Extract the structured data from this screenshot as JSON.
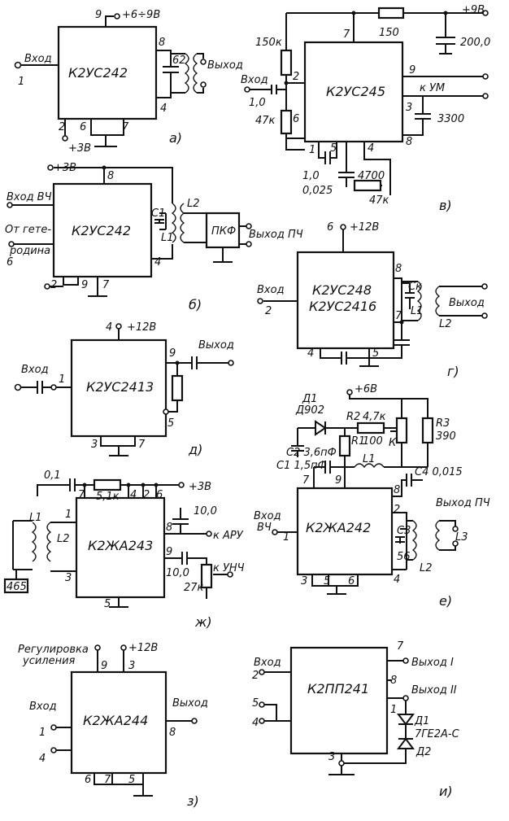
{
  "diagrams": {
    "a": {
      "sub": "а)",
      "chip": "К2УС242",
      "supply": "+6÷9В",
      "in": "Вход",
      "in_pin": "1",
      "out": "Выход",
      "cap": "62",
      "bias": "+3В",
      "pins": {
        "p9": "9",
        "p8": "8",
        "p4": "4",
        "p2": "2",
        "p6": "6",
        "p7": "7"
      }
    },
    "b": {
      "sub": "б)",
      "chip": "К2УС242",
      "supply": "+3В",
      "in_hf": "Вход ВЧ",
      "het_a": "От гете-",
      "het_b": "родина",
      "c1": "C1",
      "l1": "L1",
      "l2": "L2",
      "pkf": "ПКФ",
      "out": "Выход ПЧ",
      "pins": {
        "p8": "8",
        "p4": "4",
        "p2": "2",
        "p9": "9",
        "p7": "7",
        "p6": "6"
      }
    },
    "v": {
      "sub": "в)",
      "chip": "К2УС245",
      "supply": "+9В",
      "in": "Вход",
      "r150k": "150к",
      "r150": "150",
      "c200": "200,0",
      "c1": "1,0",
      "r47k": "47к",
      "c1b": "1,0",
      "c0025": "0,025",
      "c4700": "4700",
      "r47kb": "47к",
      "to_um": "к УМ",
      "c3300": "3300",
      "pins": {
        "p7": "7",
        "p9": "9",
        "p2": "2",
        "p3": "3",
        "p6": "6",
        "p8": "8",
        "p1": "1",
        "p5": "5",
        "p4": "4"
      }
    },
    "g": {
      "sub": "г)",
      "chip_a": "К2УС248",
      "chip_b": "К2УС2416",
      "supply": "+12В",
      "in": "Вход",
      "in_pin": "2",
      "ck": "Cк",
      "l1": "L1",
      "l2": "L2",
      "out": "Выход",
      "pins": {
        "p6": "6",
        "p8": "8",
        "p7": "7",
        "p4": "4",
        "p5": "5"
      }
    },
    "d": {
      "sub": "д)",
      "chip": "К2УС2413",
      "supply": "+12В",
      "in": "Вход",
      "out": "Выход",
      "pins": {
        "p4": "4",
        "p1": "1",
        "p9": "9",
        "p5": "5",
        "p3": "3",
        "p7": "7"
      }
    },
    "zh": {
      "sub": "ж)",
      "chip": "К2ЖА243",
      "supply": "+3В",
      "c01": "0,1",
      "r51k": "5,1к",
      "c10a": "10,0",
      "aru": "к АРУ",
      "c10b": "10,0",
      "r27k": "27к",
      "unch": "к УНЧ",
      "l1": "L1",
      "l2": "L2",
      "c465": "465",
      "pins": {
        "p7": "7",
        "p4": "4",
        "p2": "2",
        "p6": "6",
        "p1": "1",
        "p3": "3",
        "p8": "8",
        "p9": "9",
        "p5": "5"
      }
    },
    "e": {
      "sub": "е)",
      "chip": "К2ЖА242",
      "supply": "+6В",
      "d1": "Д1",
      "d902": "Д902",
      "r2": "R2",
      "r2v": "4,7к",
      "r1": "R1",
      "r1v": "100",
      "r3": "R3",
      "r3v": "390",
      "k": "К",
      "c2": "C2 3,6пФ",
      "c1": "C1 1,5пФ",
      "l1": "L1",
      "c4": "C4 0,015",
      "in_a": "Вход",
      "in_b": "ВЧ",
      "c3": "C3",
      "c3v": "56",
      "out": "Выход ПЧ",
      "l3": "L3",
      "l2": "L2",
      "pins": {
        "p7": "7",
        "p9": "9",
        "p8": "8",
        "p1": "1",
        "p2": "2",
        "p4": "4",
        "p3": "3",
        "p5": "5",
        "p6": "6"
      }
    },
    "z": {
      "sub": "з)",
      "chip": "К2ЖА244",
      "supply": "+12В",
      "reg_a": "Регулировка",
      "reg_b": "усиления",
      "in": "Вход",
      "out": "Выход",
      "pins": {
        "p9": "9",
        "p3": "3",
        "p1": "1",
        "p4": "4",
        "p8": "8",
        "p6": "6",
        "p7": "7",
        "p5": "5"
      }
    },
    "i": {
      "sub": "и)",
      "chip": "К2ПП241",
      "in": "Вход",
      "out1": "Выход I",
      "out2": "Выход II",
      "d1": "Д1",
      "d1type": "7ГЕ2А-С",
      "d2": "Д2",
      "pins": {
        "p7": "7",
        "p2": "2",
        "p8": "8",
        "p1": "1",
        "p5": "5",
        "p4": "4",
        "p3": "3"
      }
    }
  }
}
